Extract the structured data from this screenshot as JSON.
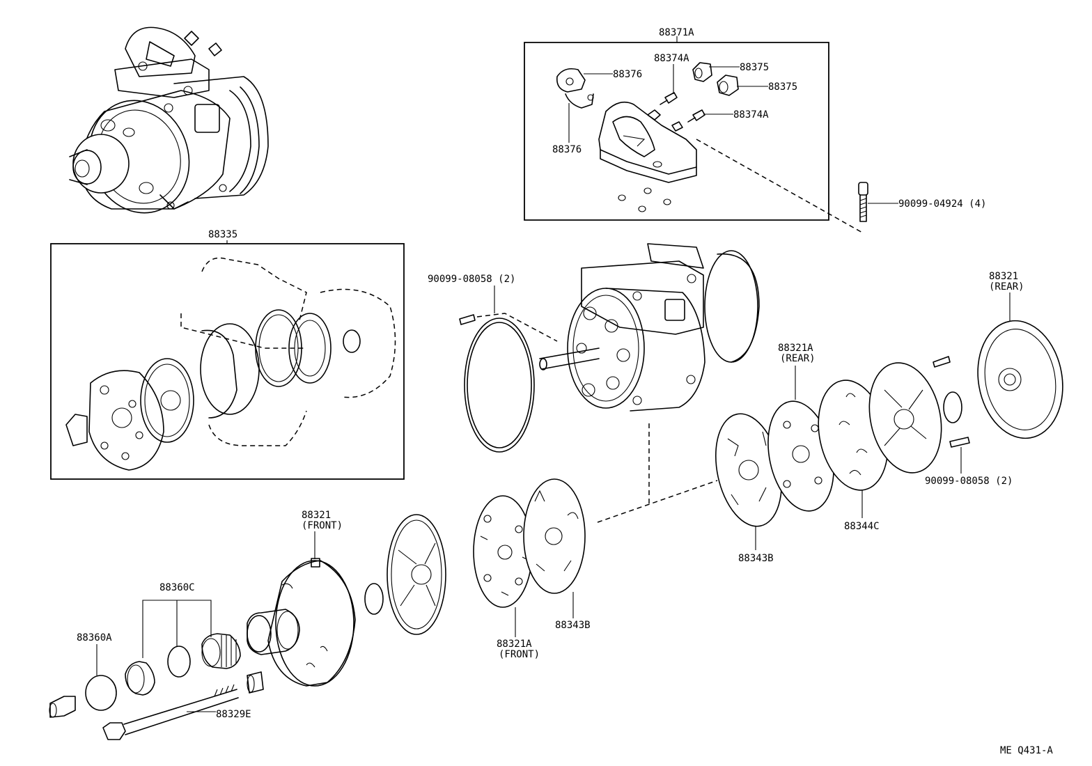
{
  "diagram_code": "ME Q431-A",
  "labels": {
    "p88371A": "88371A",
    "p88374A_top": "88374A",
    "p88376_top": "88376",
    "p88375_a": "88375",
    "p88375_b": "88375",
    "p88374A_b": "88374A",
    "p88376_b": "88376",
    "p90099_04924": "90099-04924 (4)",
    "p88335": "88335",
    "p90099_08058_top": "90099-08058 (2)",
    "p88321_rear": "88321",
    "p88321_rear_sub": "(REAR)",
    "p88321A_rear": "88321A",
    "p88321A_rear_sub": "(REAR)",
    "p90099_08058_b": "90099-08058 (2)",
    "p88344C": "88344C",
    "p88343B_r": "88343B",
    "p88321_front": "88321",
    "p88321_front_sub": "(FRONT)",
    "p88360C": "88360C",
    "p88360A": "88360A",
    "p88321A_front": "88321A",
    "p88321A_front_sub": "(FRONT)",
    "p88343B_f": "88343B",
    "p88329E": "88329E"
  }
}
